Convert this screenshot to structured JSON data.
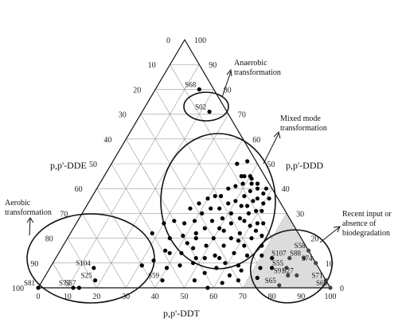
{
  "chart_data": {
    "type": "scatter",
    "subtype": "ternary",
    "axes": {
      "bottom": "p,p'-DDT",
      "left": "p,p'-DDE",
      "right": "p,p'-DDD"
    },
    "ticks": [
      0,
      10,
      20,
      30,
      40,
      50,
      60,
      70,
      80,
      90,
      100
    ],
    "grid": true,
    "regions": [
      {
        "label": "Anaerobic transformation"
      },
      {
        "label": "Mixed mode transformation"
      },
      {
        "label": "Aerobic transformation"
      },
      {
        "label": "Recent input or absence of biodegradation"
      }
    ],
    "labeled_points": [
      {
        "label": "S68",
        "ddt": 15,
        "dde": 5,
        "ddd": 80
      },
      {
        "label": "S02",
        "ddt": 23,
        "dde": 6,
        "ddd": 71
      },
      {
        "label": "S104",
        "ddt": 15,
        "dde": 77,
        "ddd": 8
      },
      {
        "label": "S25",
        "ddt": 18,
        "dde": 79,
        "ddd": 3
      },
      {
        "label": "S73",
        "ddt": 12,
        "dde": 88,
        "ddd": 0
      },
      {
        "label": "S57",
        "ddt": 14,
        "dde": 86,
        "ddd": 0
      },
      {
        "label": "S59",
        "ddt": 41,
        "dde": 56,
        "ddd": 3
      },
      {
        "label": "S81",
        "ddt": 0,
        "dde": 100,
        "ddd": 0
      },
      {
        "label": "S58",
        "ddt": 85,
        "dde": 0,
        "ddd": 15
      },
      {
        "label": "S107",
        "ddt": 80,
        "dde": 8,
        "ddd": 12
      },
      {
        "label": "S88",
        "ddt": 85,
        "dde": 3,
        "ddd": 12
      },
      {
        "label": "S74",
        "ddt": 90,
        "dde": 0,
        "ddd": 10
      },
      {
        "label": "S55",
        "ddt": 81,
        "dde": 11,
        "ddd": 8
      },
      {
        "label": "S91",
        "ddt": 83,
        "dde": 12,
        "ddd": 5
      },
      {
        "label": "S27",
        "ddt": 86,
        "dde": 9,
        "ddd": 5
      },
      {
        "label": "S71",
        "ddt": 97,
        "dde": 0,
        "ddd": 3
      },
      {
        "label": "S65",
        "ddt": 82,
        "dde": 17,
        "ddd": 1
      },
      {
        "label": "S60",
        "ddt": 100,
        "dde": 0,
        "ddd": 0
      }
    ],
    "points": [
      [
        50,
        5,
        45
      ],
      [
        52,
        6,
        42
      ],
      [
        48,
        7,
        45
      ],
      [
        55,
        5,
        40
      ],
      [
        53,
        8,
        39
      ],
      [
        51,
        5,
        44
      ],
      [
        57,
        7,
        36
      ],
      [
        54,
        4,
        42
      ],
      [
        49,
        9,
        42
      ],
      [
        56,
        9,
        35
      ],
      [
        58,
        4,
        38
      ],
      [
        60,
        6,
        34
      ],
      [
        52,
        11,
        37
      ],
      [
        47,
        12,
        41
      ],
      [
        55,
        12,
        33
      ],
      [
        59,
        10,
        31
      ],
      [
        45,
        15,
        40
      ],
      [
        50,
        15,
        35
      ],
      [
        53,
        14,
        33
      ],
      [
        57,
        13,
        30
      ],
      [
        61,
        8,
        31
      ],
      [
        62,
        12,
        26
      ],
      [
        48,
        18,
        34
      ],
      [
        44,
        19,
        37
      ],
      [
        42,
        21,
        37
      ],
      [
        46,
        22,
        32
      ],
      [
        51,
        19,
        30
      ],
      [
        55,
        17,
        28
      ],
      [
        60,
        15,
        25
      ],
      [
        64,
        10,
        26
      ],
      [
        40,
        24,
        36
      ],
      [
        43,
        25,
        32
      ],
      [
        49,
        23,
        28
      ],
      [
        53,
        21,
        26
      ],
      [
        58,
        20,
        22
      ],
      [
        63,
        17,
        20
      ],
      [
        66,
        13,
        21
      ],
      [
        38,
        28,
        34
      ],
      [
        41,
        29,
        30
      ],
      [
        46,
        27,
        27
      ],
      [
        52,
        25,
        23
      ],
      [
        56,
        24,
        20
      ],
      [
        62,
        21,
        17
      ],
      [
        68,
        15,
        17
      ],
      [
        36,
        32,
        32
      ],
      [
        40,
        33,
        27
      ],
      [
        45,
        31,
        24
      ],
      [
        50,
        30,
        20
      ],
      [
        55,
        28,
        17
      ],
      [
        60,
        26,
        14
      ],
      [
        65,
        22,
        13
      ],
      [
        70,
        17,
        13
      ],
      [
        37,
        37,
        26
      ],
      [
        43,
        35,
        22
      ],
      [
        49,
        34,
        17
      ],
      [
        54,
        33,
        13
      ],
      [
        59,
        31,
        10
      ],
      [
        64,
        27,
        9
      ],
      [
        33,
        40,
        27
      ],
      [
        39,
        40,
        21
      ],
      [
        45,
        39,
        16
      ],
      [
        51,
        37,
        12
      ],
      [
        57,
        35,
        8
      ],
      [
        63,
        32,
        5
      ],
      [
        30,
        44,
        26
      ],
      [
        35,
        45,
        20
      ],
      [
        42,
        44,
        14
      ],
      [
        48,
        42,
        10
      ],
      [
        54,
        40,
        6
      ],
      [
        28,
        50,
        22
      ],
      [
        36,
        49,
        15
      ],
      [
        44,
        47,
        9
      ],
      [
        52,
        45,
        3
      ],
      [
        72,
        20,
        8
      ],
      [
        74,
        14,
        12
      ],
      [
        67,
        30,
        3
      ],
      [
        62,
        36,
        2
      ],
      [
        58,
        42,
        0
      ],
      [
        34,
        55,
        11
      ],
      [
        31,
        60,
        9
      ],
      [
        40,
        52,
        8
      ],
      [
        76,
        16,
        8
      ],
      [
        73,
        23,
        4
      ],
      [
        66,
        27,
        7
      ],
      [
        48,
        40,
        12
      ],
      [
        44,
        36,
        20
      ],
      [
        50,
        26,
        24
      ],
      [
        57,
        16,
        27
      ],
      [
        63,
        14,
        23
      ],
      [
        47,
        8,
        45
      ],
      [
        58,
        2,
        40
      ],
      [
        46,
        3,
        51
      ],
      [
        43,
        7,
        50
      ],
      [
        61,
        3,
        36
      ],
      [
        59,
        22,
        19
      ],
      [
        42,
        40,
        18
      ],
      [
        38,
        48,
        14
      ],
      [
        56,
        32,
        12
      ]
    ],
    "shaded_triangle": {
      "ddt_min": 70
    }
  }
}
